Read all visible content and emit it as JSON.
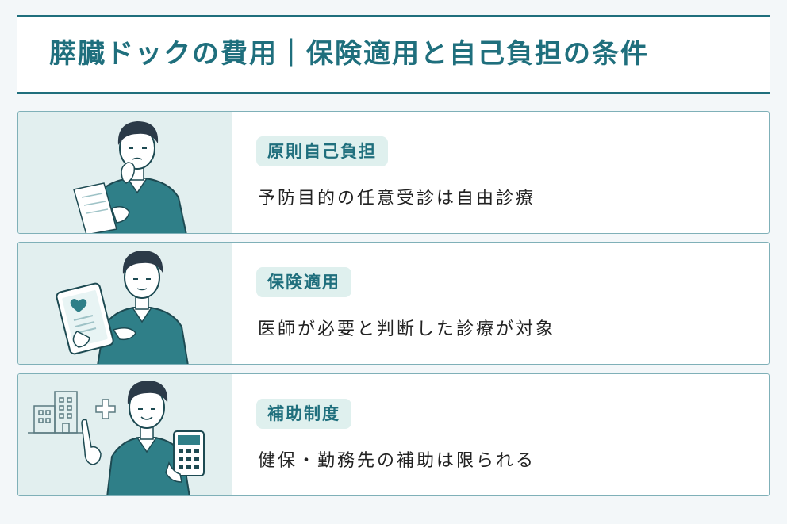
{
  "header": {
    "title": "膵臓ドックの費用｜保険適用と自己負担の条件"
  },
  "cards": [
    {
      "tag": "原則自己負担",
      "desc": "予防目的の任意受診は自由診療"
    },
    {
      "tag": "保険適用",
      "desc": "医師が必要と判断した診療が対象"
    },
    {
      "tag": "補助制度",
      "desc": "健保・勤務先の補助は限られる"
    }
  ],
  "colors": {
    "accent": "#1f6f7d",
    "tag_bg": "#dff0ee",
    "illustration_bg": "#e2efef",
    "sweater": "#2f7f88",
    "hair": "#2b3a48"
  }
}
